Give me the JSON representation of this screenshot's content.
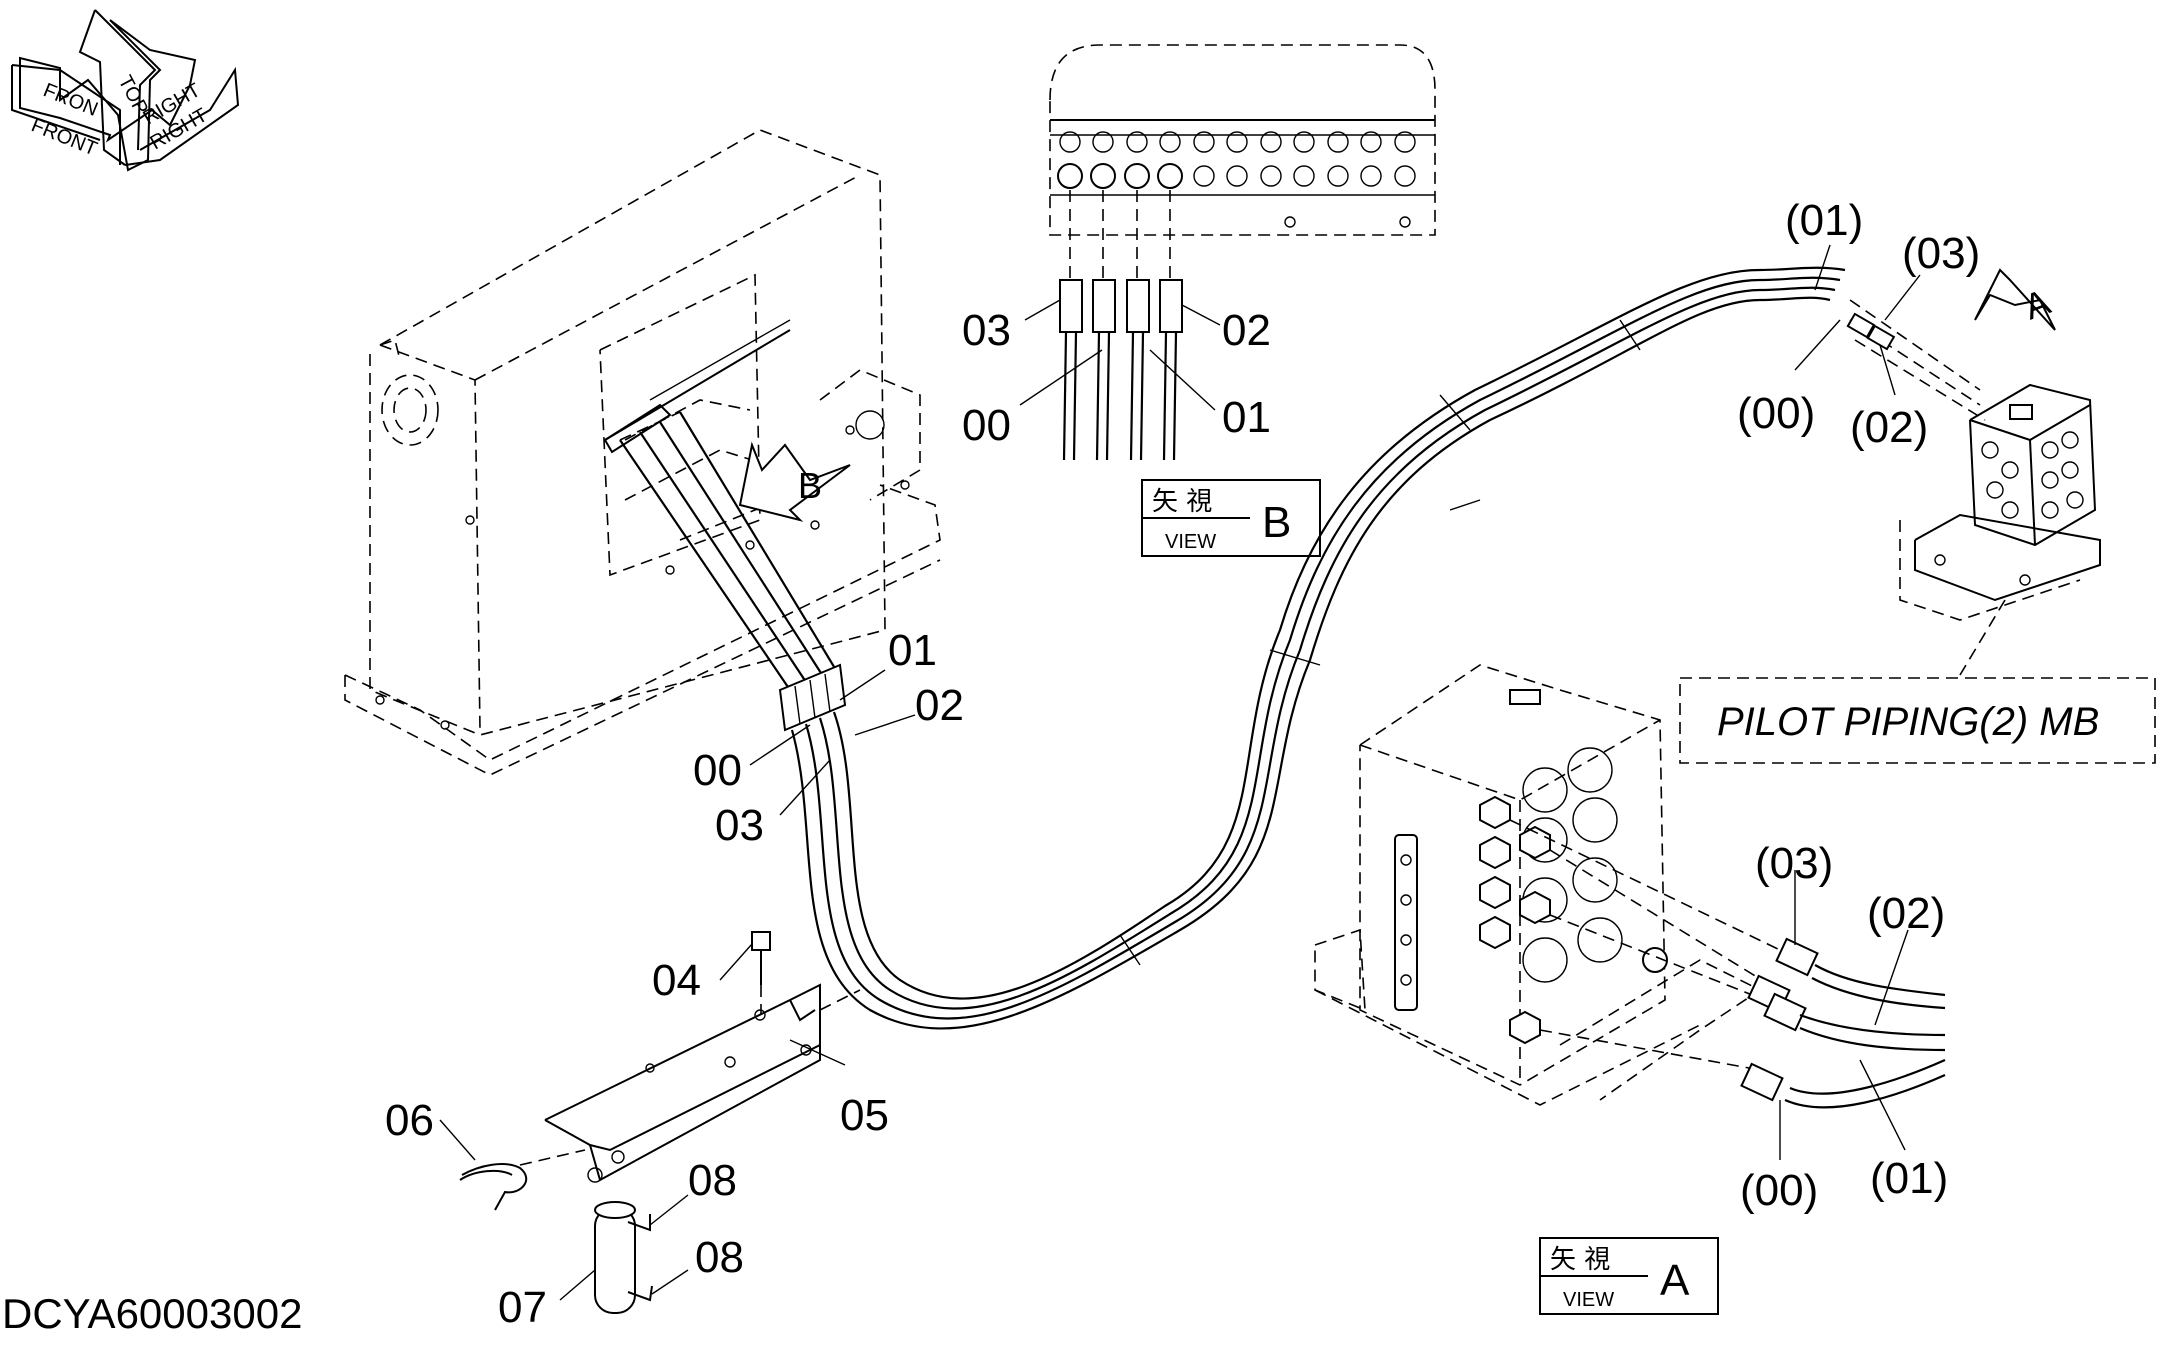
{
  "orientation": {
    "front": "FRONT",
    "front_small": "FRON",
    "top": "TOP",
    "right": "RIGHT",
    "right_small": "RIGHT"
  },
  "views": {
    "view_b": {
      "kanji": "矢 視",
      "view": "VIEW",
      "letter": "B"
    },
    "view_a": {
      "kanji": "矢 視",
      "view": "VIEW",
      "letter": "A"
    },
    "arrow_b": "B",
    "arrow_a": "A"
  },
  "callouts": {
    "b_03": "03",
    "b_02": "02",
    "b_00": "00",
    "b_01": "01",
    "m_01": "01",
    "m_02": "02",
    "m_00": "00",
    "m_03": "03",
    "p_04": "04",
    "p_05": "05",
    "p_06": "06",
    "p_07": "07",
    "p_08a": "08",
    "p_08b": "08",
    "t_01": "(01)",
    "t_03": "(03)",
    "t_00": "(00)",
    "t_02": "(02)",
    "r_03": "(03)",
    "r_02": "(02)",
    "r_00": "(00)",
    "r_01": "(01)"
  },
  "reference_box": "PILOT PIPING(2) MB",
  "drawing_code": "DCYA60003002"
}
